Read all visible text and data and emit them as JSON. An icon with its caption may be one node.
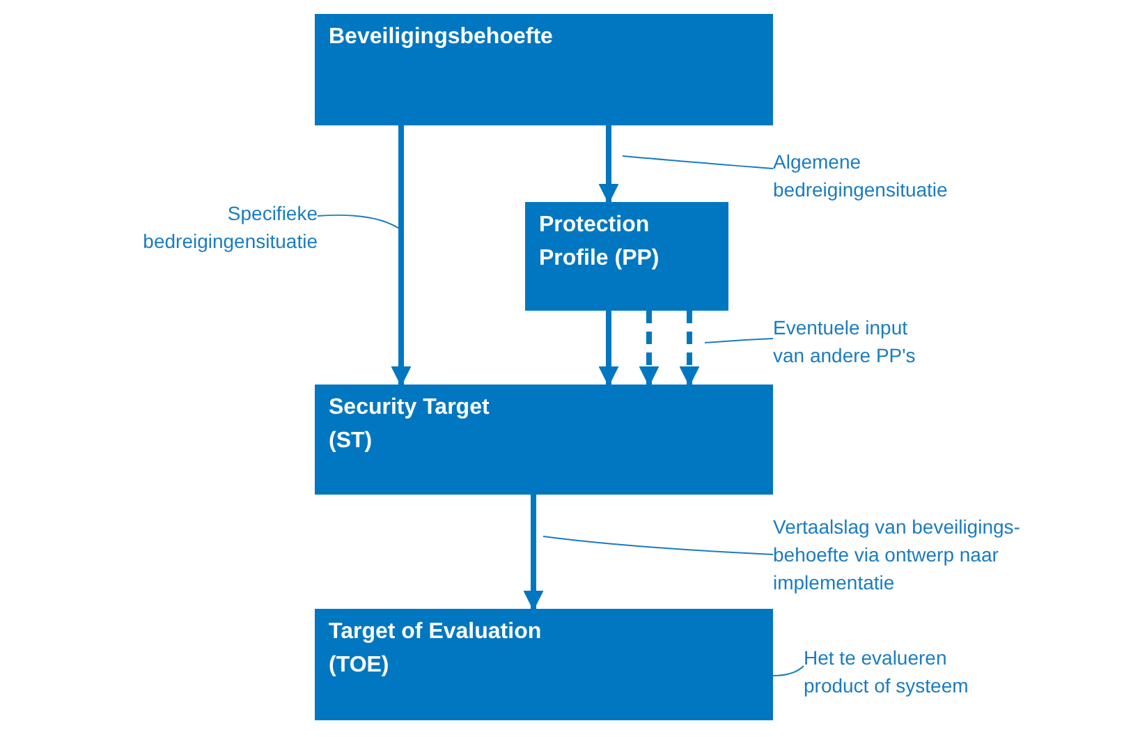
{
  "diagram": {
    "nodes": [
      {
        "text": [
          "Beveiligingsbehoefte"
        ]
      },
      {
        "text": [
          "Protection Profile (PP)"
        ]
      },
      {
        "text": [
          "Security Target (ST)"
        ]
      },
      {
        "text": [
          "Target of Evaluation (TOE)"
        ]
      },
      {
        "text": [
          "Specifieke bedreigingensituatie"
        ]
      },
      {
        "text": [
          "Algemene bedreigingensituatie"
        ]
      },
      {
        "text": [
          "Eventuele input van andere PP's"
        ]
      },
      {
        "text": [
          "Vertaalslag van beveiligings- behoefte via ontwerp naar implementatie"
        ]
      },
      {
        "text": [
          "Het te evalueren product of systeem"
        ]
      }
    ],
    "edges": [
      {
        "from": 0,
        "to": 2,
        "arrow": "to"
      },
      {
        "from": 0,
        "to": 1,
        "arrow": "to"
      },
      {
        "from": 1,
        "to": 2,
        "arrow": "to"
      },
      {
        "from": 1,
        "to": 2,
        "arrow": "to",
        "style": "dashed"
      },
      {
        "from": 1,
        "to": 2,
        "arrow": "to",
        "style": "dashed"
      },
      {
        "from": 2,
        "to": 3,
        "arrow": "to"
      },
      {
        "from": 4,
        "to": null,
        "arrow": "none"
      },
      {
        "from": 5,
        "to": null,
        "arrow": "none"
      },
      {
        "from": 6,
        "to": null,
        "arrow": "none"
      },
      {
        "from": 7,
        "to": null,
        "arrow": "none"
      },
      {
        "from": 8,
        "to": 3,
        "arrow": "none"
      }
    ]
  }
}
